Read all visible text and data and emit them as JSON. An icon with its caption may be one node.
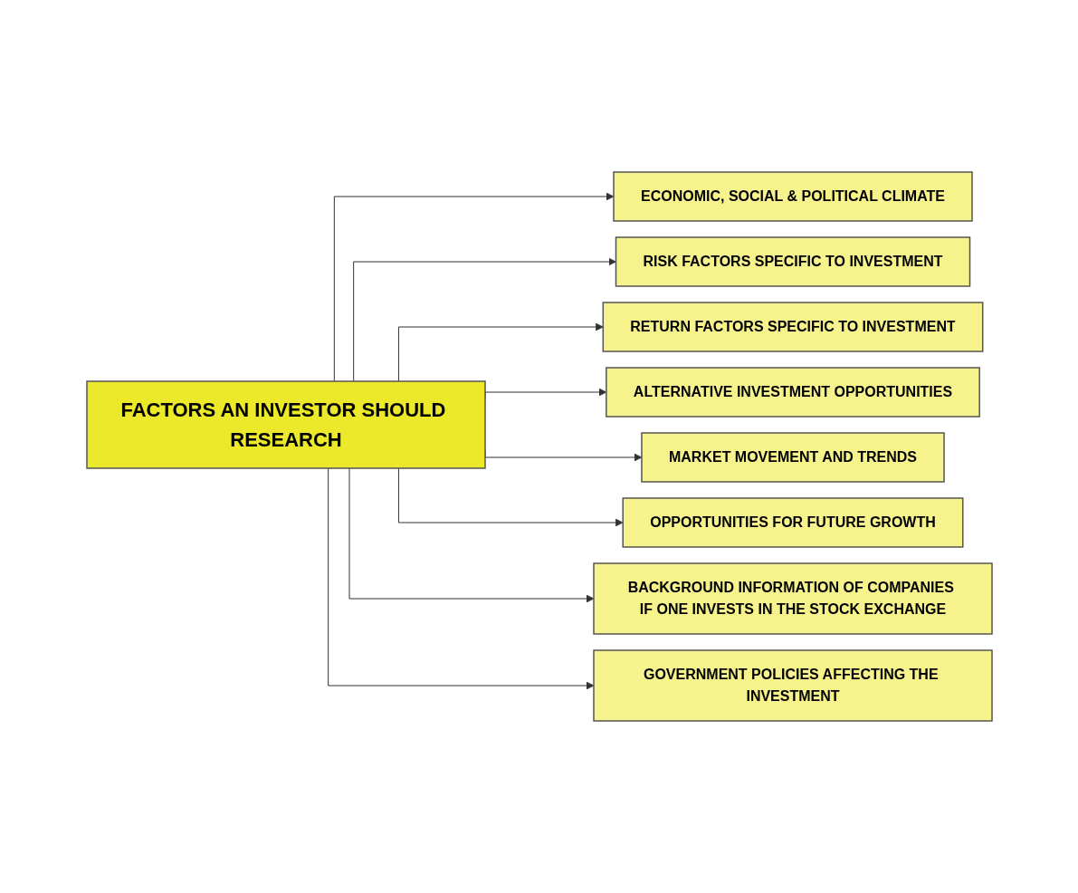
{
  "diagram": {
    "nodes": [
      {
        "text": [
          "FACTORS AN INVESTOR SHOULD RESEARCH"
        ]
      },
      {
        "text": [
          "ECONOMIC, SOCIAL & POLITICAL CLIMATE"
        ]
      },
      {
        "text": [
          "RISK FACTORS SPECIFIC TO INVESTMENT"
        ]
      },
      {
        "text": [
          "RETURN FACTORS SPECIFIC TO INVESTMENT"
        ]
      },
      {
        "text": [
          "ALTERNATIVE INVESTMENT OPPORTUNITIES"
        ]
      },
      {
        "text": [
          "MARKET MOVEMENT AND TRENDS"
        ]
      },
      {
        "text": [
          "OPPORTUNITIES FOR FUTURE GROWTH"
        ]
      },
      {
        "text": [
          "BACKGROUND INFORMATION OF COMPANIES IF ONE INVESTS IN THE STOCK EXCHANGE"
        ]
      },
      {
        "text": [
          "GOVERNMENT POLICIES AFFECTING THE INVESTMENT"
        ]
      }
    ],
    "edges": [
      {
        "from": 0,
        "to": 1,
        "arrow": "to"
      },
      {
        "from": 0,
        "to": 2,
        "arrow": "to"
      },
      {
        "from": 0,
        "to": 3,
        "arrow": "to"
      },
      {
        "from": 0,
        "to": 4,
        "arrow": "to"
      },
      {
        "from": 0,
        "to": 5,
        "arrow": "to"
      },
      {
        "from": 0,
        "to": 6,
        "arrow": "to"
      },
      {
        "from": 0,
        "to": 7,
        "arrow": "to"
      },
      {
        "from": 0,
        "to": 8,
        "arrow": "to"
      }
    ]
  }
}
